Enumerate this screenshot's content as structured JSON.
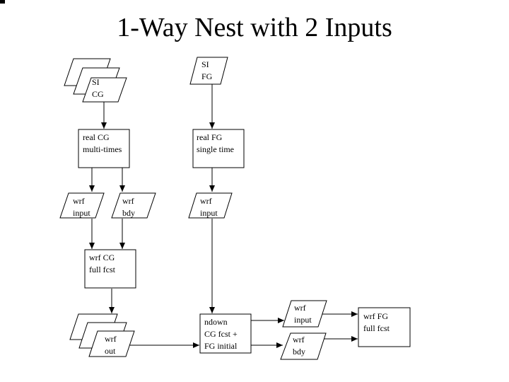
{
  "title": "1-Way Nest with 2 Inputs",
  "colors": {
    "stroke": "#000000",
    "background": "#ffffff",
    "shape_fill": "#ffffff",
    "text": "#000000"
  },
  "nodes": {
    "si_cg": {
      "label": "SI\nCG",
      "shape": "stacked-parallelogram"
    },
    "si_fg": {
      "label": "SI\nFG",
      "shape": "parallelogram"
    },
    "real_cg": {
      "label": "real CG\nmulti-times",
      "shape": "rectangle"
    },
    "real_fg": {
      "label": "real FG\nsingle time",
      "shape": "rectangle"
    },
    "wrf_input_cg": {
      "label": "wrf\ninput",
      "shape": "parallelogram"
    },
    "wrf_bdy_cg": {
      "label": "wrf\nbdy",
      "shape": "parallelogram"
    },
    "wrf_input_fg": {
      "label": "wrf\ninput",
      "shape": "parallelogram"
    },
    "wrf_cg_full_fcst": {
      "label": "wrf CG\nfull fcst",
      "shape": "rectangle"
    },
    "wrf_out": {
      "label": "wrf\nout",
      "shape": "stacked-parallelogram"
    },
    "ndown": {
      "label": "ndown\nCG fcst +\nFG initial",
      "shape": "rectangle"
    },
    "wrf_input_ndown": {
      "label": "wrf\ninput",
      "shape": "parallelogram"
    },
    "wrf_bdy_ndown": {
      "label": "wrf\nbdy",
      "shape": "parallelogram"
    },
    "wrf_fg_full_fcst": {
      "label": "wrf FG\nfull fcst",
      "shape": "rectangle"
    }
  }
}
